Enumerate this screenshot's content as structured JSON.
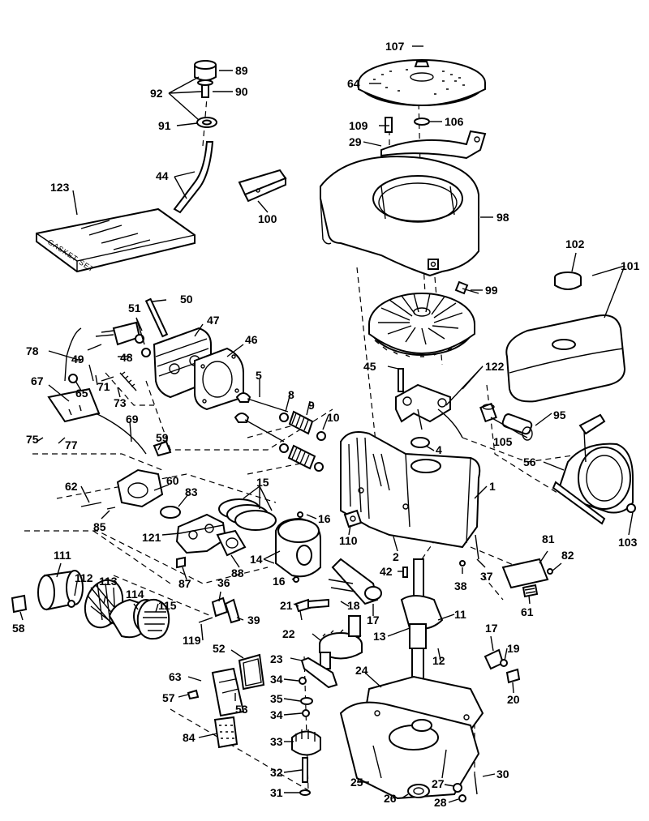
{
  "gasket_text": "GASKET SET",
  "colors": {
    "ink": "#000000",
    "paper": "#ffffff"
  },
  "labels": [
    "107",
    "64",
    "89",
    "92",
    "90",
    "106",
    "109",
    "91",
    "29",
    "44",
    "123",
    "100",
    "98",
    "102",
    "101",
    "99",
    "50",
    "51",
    "47",
    "78",
    "46",
    "49",
    "48",
    "122",
    "45",
    "67",
    "65",
    "71",
    "73",
    "5",
    "8",
    "9",
    "10",
    "95",
    "69",
    "59",
    "105",
    "56",
    "77",
    "75",
    "60",
    "62",
    "83",
    "15",
    "16",
    "1",
    "85",
    "121",
    "4",
    "14",
    "110",
    "2",
    "81",
    "82",
    "103",
    "111",
    "112",
    "87",
    "88",
    "16",
    "42",
    "38",
    "37",
    "61",
    "36",
    "58",
    "113",
    "114",
    "115",
    "21",
    "18",
    "17",
    "39",
    "11",
    "119",
    "22",
    "13",
    "17",
    "19",
    "52",
    "23",
    "12",
    "20",
    "63",
    "34",
    "24",
    "57",
    "53",
    "35",
    "34",
    "84",
    "33",
    "32",
    "30",
    "27",
    "25",
    "26",
    "28",
    "31"
  ]
}
